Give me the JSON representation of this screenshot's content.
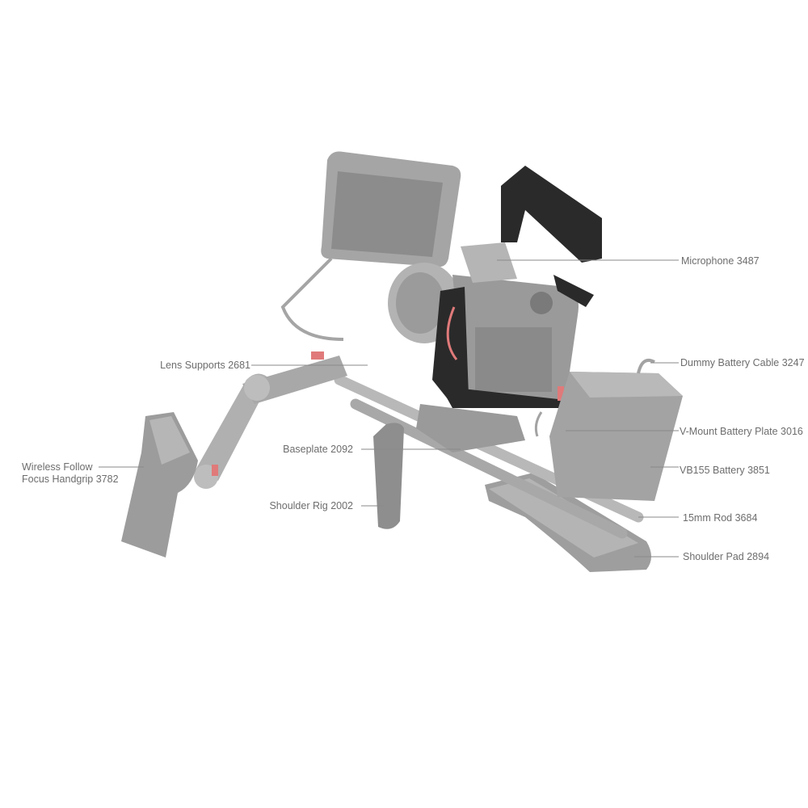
{
  "callouts": {
    "microphone": "Microphone 3487",
    "dummy_battery_cable": "Dummy Battery Cable 3247",
    "vmount_plate": "V-Mount Battery Plate 3016",
    "vb155_battery": "VB155 Battery 3851",
    "rod_15mm": "15mm Rod 3684",
    "shoulder_pad": "Shoulder Pad 2894",
    "lens_supports": "Lens Supports 2681",
    "baseplate": "Baseplate 2092",
    "shoulder_rig": "Shoulder Rig 2002",
    "handgrip_line1": "Wireless Follow",
    "handgrip_line2": "Focus Handgrip 3782"
  },
  "colors": {
    "label_text": "#6d6d6d",
    "leader_line": "#8a8a8a",
    "accessory_gray": "#a9a9a9",
    "cage_black": "#2a2a2a",
    "accent_red": "#e07a7a"
  }
}
